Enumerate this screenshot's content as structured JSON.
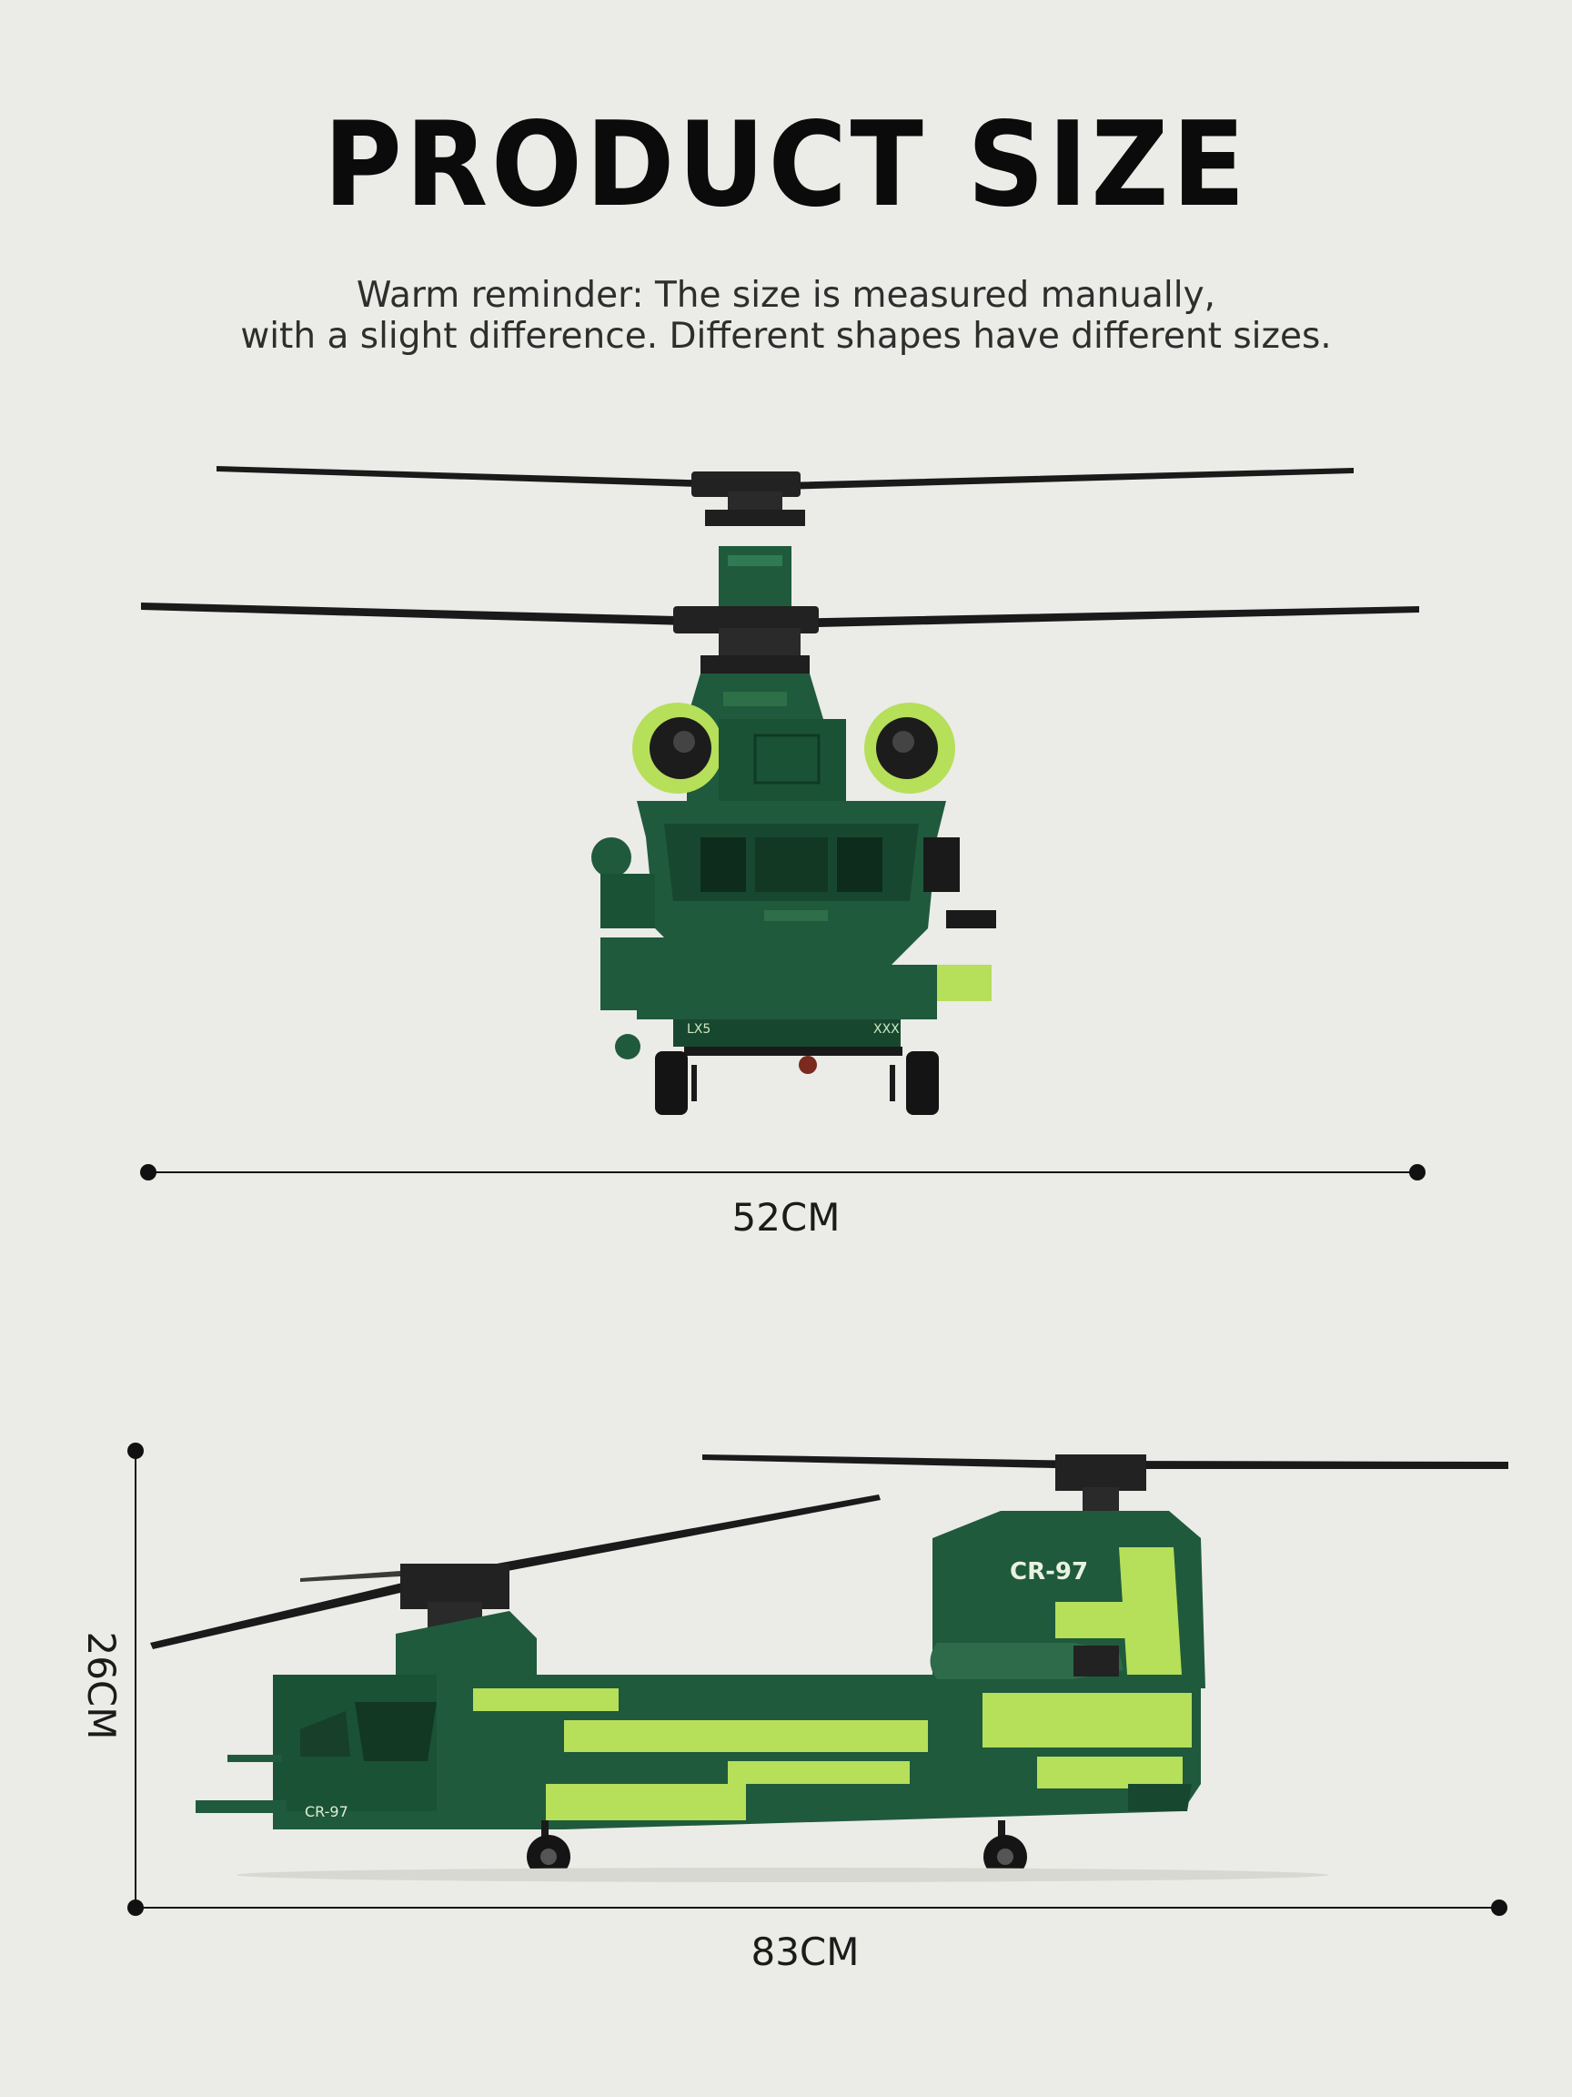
{
  "header": {
    "title": "PRODUCT  SIZE",
    "reminder_line1": "Warm reminder: The size is measured manually,",
    "reminder_line2": "with a slight difference. Different shapes have different sizes."
  },
  "front_view": {
    "width_label": "52CM"
  },
  "side_view": {
    "height_label": "26CM",
    "length_label": "83CM",
    "tail_marking": "CR-97",
    "nose_marking": "CR-97"
  },
  "colors": {
    "background": "#ebebe7",
    "dark_green": "#1f5a3c",
    "light_green": "#b6df5a",
    "rotor": "#1a1a1a"
  }
}
